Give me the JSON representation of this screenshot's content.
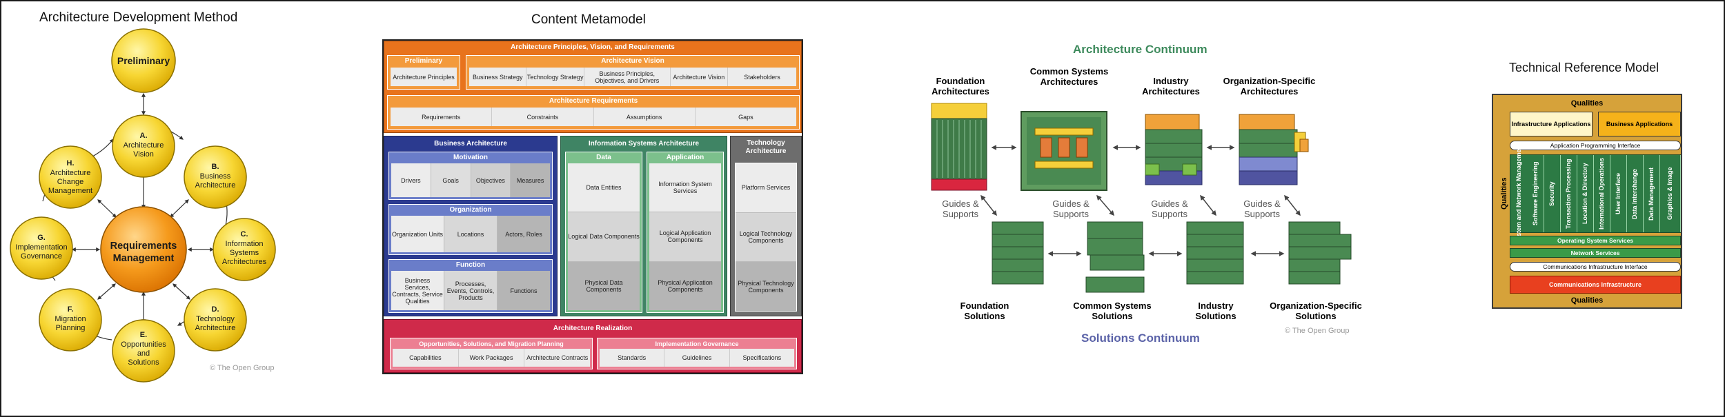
{
  "adm": {
    "title": "Architecture Development Method",
    "preliminary": "Preliminary",
    "center": [
      "Requirements",
      "Management"
    ],
    "phases": {
      "a": [
        "A.",
        "Architecture",
        "Vision"
      ],
      "b": [
        "B.",
        "Business",
        "Architecture"
      ],
      "c": [
        "C.",
        "Information",
        "Systems",
        "Architectures"
      ],
      "d": [
        "D.",
        "Technology",
        "Architecture"
      ],
      "e": [
        "E.",
        "Opportunities",
        "and",
        "Solutions"
      ],
      "f": [
        "F.",
        "Migration",
        "Planning"
      ],
      "g": [
        "G.",
        "Implementation",
        "Governance"
      ],
      "h": [
        "H.",
        "Architecture",
        "Change",
        "Management"
      ]
    },
    "copyright": "© The Open Group"
  },
  "cm": {
    "title": "Content Metamodel",
    "principles": {
      "header": "Architecture Principles, Vision, and Requirements",
      "preliminary": {
        "label": "Preliminary",
        "cells": [
          "Architecture Principles"
        ]
      },
      "vision": {
        "label": "Architecture Vision",
        "cells": [
          "Business Strategy",
          "Technology Strategy",
          "Business Principles, Objectives, and Drivers",
          "Architecture Vision",
          "Stakeholders"
        ]
      },
      "requirements": {
        "label": "Architecture Requirements",
        "cells": [
          "Requirements",
          "Constraints",
          "Assumptions",
          "Gaps"
        ]
      }
    },
    "business": {
      "header": "Business Architecture",
      "motivation": {
        "label": "Motivation",
        "cells": [
          "Drivers",
          "Goals",
          "Objectives",
          "Measures"
        ]
      },
      "organization": {
        "label": "Organization",
        "cells": [
          "Organization Units",
          "Locations",
          "Actors, Roles"
        ]
      },
      "function": {
        "label": "Function",
        "cells": [
          "Business Services, Contracts, Service Qualities",
          "Processes, Events, Controls, Products",
          "Functions"
        ]
      }
    },
    "is": {
      "header": "Information Systems Architecture",
      "data": {
        "label": "Data",
        "cells": [
          "Data Entities",
          "Logical Data Components",
          "Physical Data Components"
        ]
      },
      "application": {
        "label": "Application",
        "cells": [
          "Information System Services",
          "Logical Application Components",
          "Physical Application Components"
        ]
      }
    },
    "tech": {
      "header": "Technology Architecture",
      "cells": [
        "Platform Services",
        "Logical Technology Components",
        "Physical Technology Components"
      ]
    },
    "realization": {
      "header": "Architecture Realization",
      "opportunities": {
        "label": "Opportunities, Solutions, and Migration Planning",
        "cells": [
          "Capabilities",
          "Work Packages",
          "Architecture Contracts"
        ]
      },
      "governance": {
        "label": "Implementation Governance",
        "cells": [
          "Standards",
          "Guidelines",
          "Specifications"
        ]
      }
    }
  },
  "ec": {
    "title": "Architecture Continuum",
    "subtitle": "Solutions Continuum",
    "architectures": [
      "Foundation Architectures",
      "Common Systems Architectures",
      "Industry Architectures",
      "Organization-Specific Architectures"
    ],
    "solutions": [
      "Foundation Solutions",
      "Common Systems Solutions",
      "Industry Solutions",
      "Organization-Specific Solutions"
    ],
    "guides": "Guides & Supports",
    "copyright": "© The Open Group",
    "colors": {
      "architecture": "#3d8a5c",
      "solutions": "#5b63a8"
    }
  },
  "trm": {
    "title": "Technical Reference Model",
    "qualities": "Qualities",
    "infrastructure_apps": "Infrastructure Applications",
    "business_apps": "Business Applications",
    "api": "Application Programming Interface",
    "services": [
      "System and Network Management",
      "Software Engineering",
      "Security",
      "Transaction Processing",
      "Location & Directory",
      "International Operations",
      "User Interface",
      "Data Interchange",
      "Data Management",
      "Graphics & Image"
    ],
    "os_services": "Operating System Services",
    "network_services": "Network Services",
    "cii": "Communications Infrastructure Interface",
    "ci": "Communications Infrastructure"
  }
}
